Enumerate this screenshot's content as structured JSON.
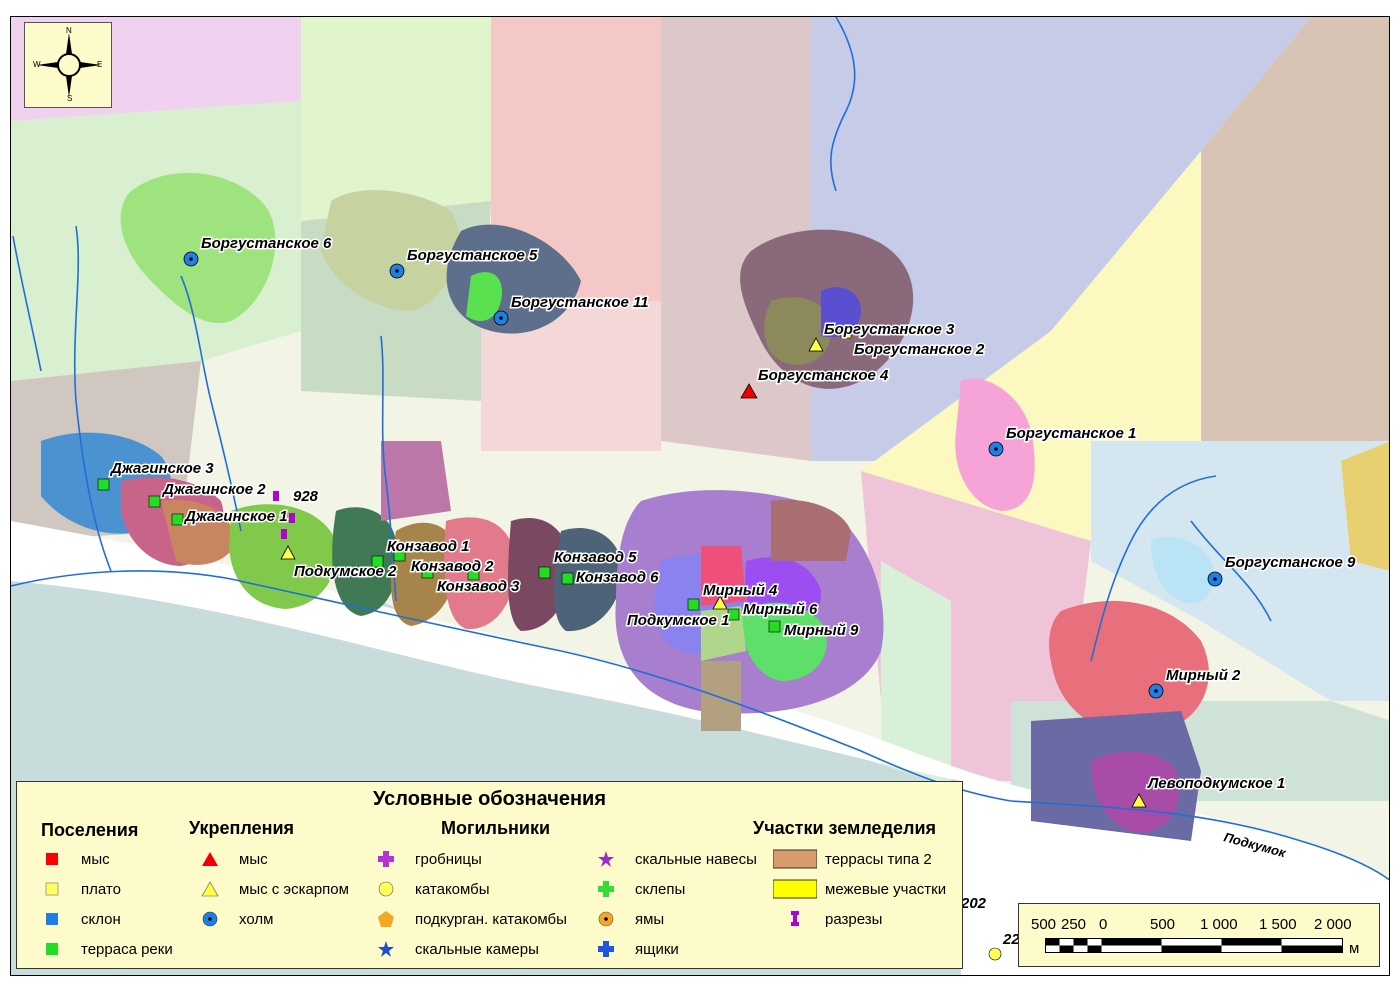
{
  "compass": {
    "n": "N",
    "s": "S",
    "w": "W",
    "e": "E"
  },
  "map": {
    "sites": [
      {
        "id": "borg6",
        "label": "Боргустанское 6",
        "type": "hill"
      },
      {
        "id": "borg5",
        "label": "Боргустанское 5",
        "type": "hill"
      },
      {
        "id": "borg11",
        "label": "Боргустанское 11",
        "type": "hill"
      },
      {
        "id": "borg3",
        "label": "Боргустанское 3",
        "type": "scarp"
      },
      {
        "id": "borg2",
        "label": "Боргустанское 2",
        "type": "plateau"
      },
      {
        "id": "borg4",
        "label": "Боргустанское 4",
        "type": "cape"
      },
      {
        "id": "borg1",
        "label": "Боргустанское 1",
        "type": "hill"
      },
      {
        "id": "borg9",
        "label": "Боргустанское 9",
        "type": "hill"
      },
      {
        "id": "mirny2",
        "label": "Мирный 2",
        "type": "hill"
      },
      {
        "id": "levopod1",
        "label": "Левоподкумское 1",
        "type": "scarp"
      },
      {
        "id": "dzh3",
        "label": "Джагинское 3",
        "type": "terrace"
      },
      {
        "id": "dzh2",
        "label": "Джагинское 2",
        "type": "terrace"
      },
      {
        "id": "dzh1",
        "label": "Джагинское 1",
        "type": "terrace"
      },
      {
        "id": "n928",
        "label": "928",
        "type": "section"
      },
      {
        "id": "podk2",
        "label": "Подкумское 2",
        "type": "scarp"
      },
      {
        "id": "konz1",
        "label": "Конзавод 1",
        "type": "terrace"
      },
      {
        "id": "konz2",
        "label": "Конзавод 2",
        "type": "terrace"
      },
      {
        "id": "konz3",
        "label": "Конзавод 3",
        "type": "terrace"
      },
      {
        "id": "konz5",
        "label": "Конзавод 5",
        "type": "terrace"
      },
      {
        "id": "konz6",
        "label": "Конзавод 6",
        "type": "terrace"
      },
      {
        "id": "mirny4",
        "label": "Мирный 4",
        "type": "scarp"
      },
      {
        "id": "mirny6",
        "label": "Мирный 6",
        "type": "terrace"
      },
      {
        "id": "podk1",
        "label": "Подкумское 1",
        "type": "terrace"
      },
      {
        "id": "mirny9",
        "label": "Мирный 9",
        "type": "terrace"
      },
      {
        "id": "n202",
        "label": "202",
        "type": "label"
      },
      {
        "id": "n22",
        "label": "22",
        "type": "catacomb"
      }
    ],
    "river_label": "Подкумок"
  },
  "legend": {
    "title": "Условные обозначения",
    "groups": {
      "settlements": {
        "title": "Поселения",
        "items": [
          {
            "label": "мыс",
            "symbol": "square",
            "color": "#ff0000"
          },
          {
            "label": "плато",
            "symbol": "square",
            "color": "#ffff66"
          },
          {
            "label": "склон",
            "symbol": "square",
            "color": "#1e7fe6"
          },
          {
            "label": "терраса реки",
            "symbol": "square",
            "color": "#22dd22"
          }
        ]
      },
      "fortifications": {
        "title": "Укрепления",
        "items": [
          {
            "label": "мыс",
            "symbol": "triangle",
            "color": "#ee0000"
          },
          {
            "label": "мыс с эскарпом",
            "symbol": "triangle",
            "color": "#ffff44"
          },
          {
            "label": "холм",
            "symbol": "circle-dot",
            "color": "#1e7fe6"
          }
        ]
      },
      "burials": {
        "title": "Могильники",
        "col1": [
          {
            "label": "гробницы",
            "symbol": "cross",
            "color": "#b733d6"
          },
          {
            "label": "катакомбы",
            "symbol": "circle",
            "color": "#ffff55"
          },
          {
            "label": "подкурган. катакомбы",
            "symbol": "pentagon",
            "color": "#f5a623"
          },
          {
            "label": "скальные камеры",
            "symbol": "star",
            "color": "#1f4ec8"
          }
        ],
        "col2": [
          {
            "label": "скальные навесы",
            "symbol": "star",
            "color": "#9b2cc9"
          },
          {
            "label": "склепы",
            "symbol": "cross",
            "color": "#33dd33"
          },
          {
            "label": "ямы",
            "symbol": "circle-dot",
            "color": "#f5a623"
          },
          {
            "label": "ящики",
            "symbol": "cross",
            "color": "#2255dd"
          }
        ]
      },
      "agriculture": {
        "title": "Участки земледелия",
        "items": [
          {
            "label": "террасы типа 2",
            "symbol": "rect",
            "color": "#d99a6c"
          },
          {
            "label": "межевые участки",
            "symbol": "rect",
            "color": "#ffff00"
          },
          {
            "label": "разрезы",
            "symbol": "pin",
            "color": "#b100d8"
          }
        ]
      }
    }
  },
  "scale": {
    "labels": [
      "500",
      "250",
      "0",
      "500",
      "1 000",
      "1 500",
      "2 000"
    ],
    "unit": "м"
  }
}
